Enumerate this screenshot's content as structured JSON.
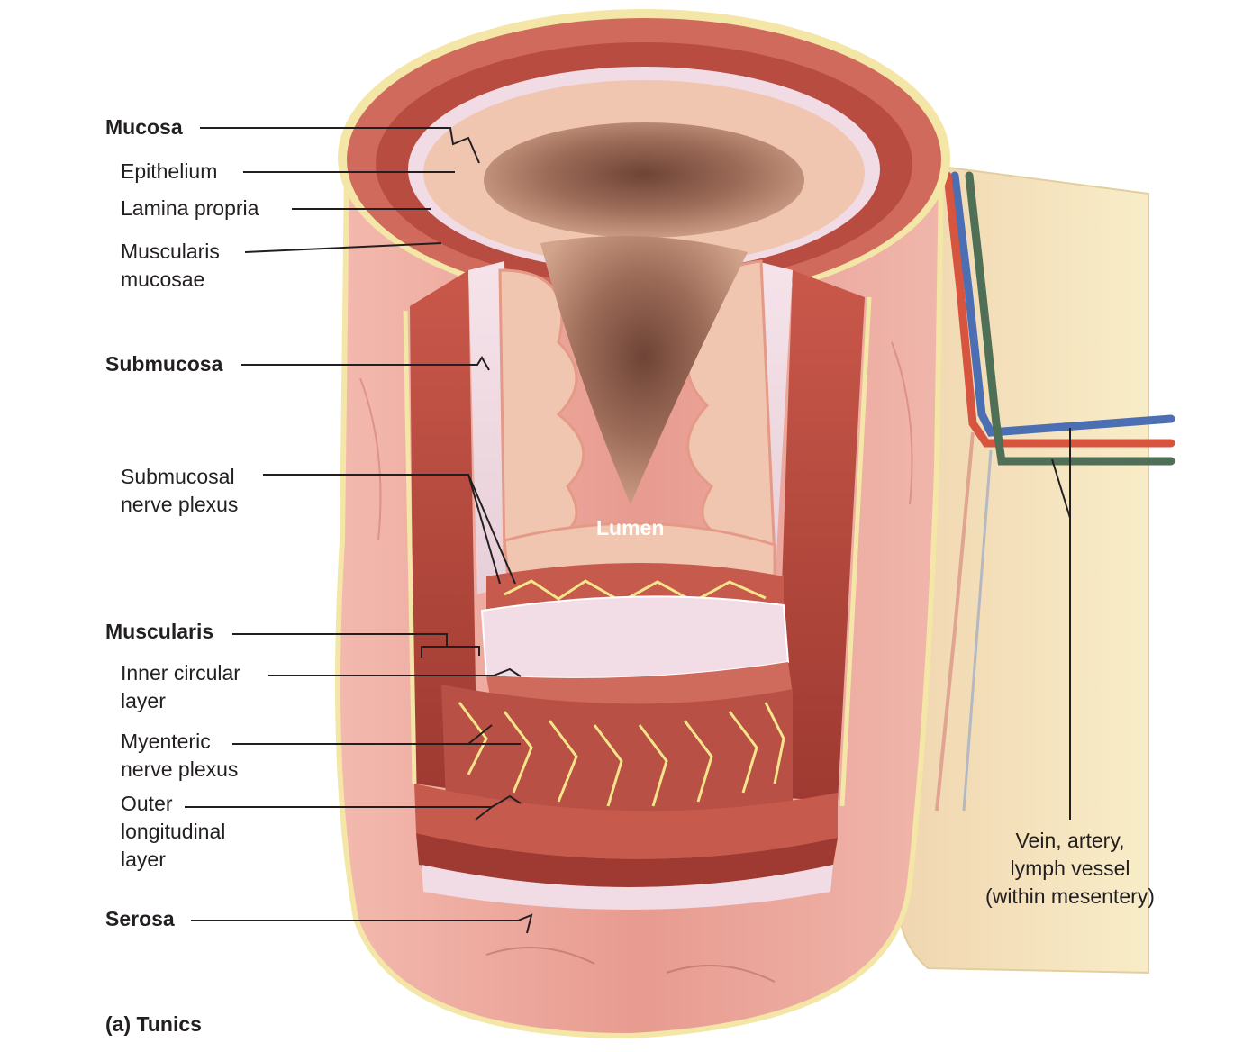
{
  "colors": {
    "outer_tissue": "#e8a49c",
    "muscle_dark": "#b0463c",
    "muscle_mid": "#c95f52",
    "mucosa_light": "#f1c6b1",
    "submucosa": "#ecd2dc",
    "lumen_dark": "#8c5a4c",
    "lumen_mid": "#b8836e",
    "nerve_yellow": "#f4e48a",
    "mesentery": "#f5e7bd",
    "vein_blue": "#4c6fb3",
    "artery_red": "#d7553f",
    "lymph_green": "#4f6f56",
    "leader_line": "#231f20"
  },
  "labels": {
    "mucosa": "Mucosa",
    "epithelium": "Epithelium",
    "lamina_propria": "Lamina propria",
    "muscularis_mucosae": [
      "Muscularis",
      "mucosae"
    ],
    "submucosa": "Submucosa",
    "submucosal_plexus": [
      "Submucosal",
      "nerve plexus"
    ],
    "muscularis": "Muscularis",
    "inner_circular": [
      "Inner circular",
      "layer"
    ],
    "myenteric_plexus": [
      "Myenteric",
      "nerve plexus"
    ],
    "outer_longitudinal": [
      "Outer",
      "longitudinal",
      "layer"
    ],
    "serosa": "Serosa",
    "lumen": "Lumen",
    "vessels": [
      "Vein, artery,",
      "lymph vessel",
      "(within mesentery)"
    ]
  },
  "caption": "(a) Tunics"
}
